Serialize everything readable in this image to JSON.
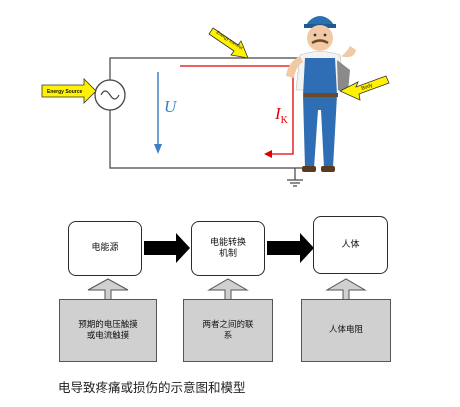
{
  "top_diagram": {
    "energy_source": "Energy Source",
    "energy_transfer": "Energy transfer",
    "body": "Body",
    "voltage_symbol": "U",
    "current_symbol": "I",
    "current_subscript": "K"
  },
  "model": {
    "source": "电能源",
    "mechanism": "电能转换\n机制",
    "body": "人体",
    "factor_1": "预期的电压触摸\n或电流触摸",
    "factor_2": "两者之间的联\n系",
    "factor_3": "人体电阻"
  },
  "caption": "电导致疼痛或损伤的示意图和模型",
  "colors": {
    "arrow_yellow": "#fff200",
    "circuit_red": "#e00000",
    "voltage_blue": "#3c7fc4",
    "box_gray": "#cfcfcf"
  }
}
